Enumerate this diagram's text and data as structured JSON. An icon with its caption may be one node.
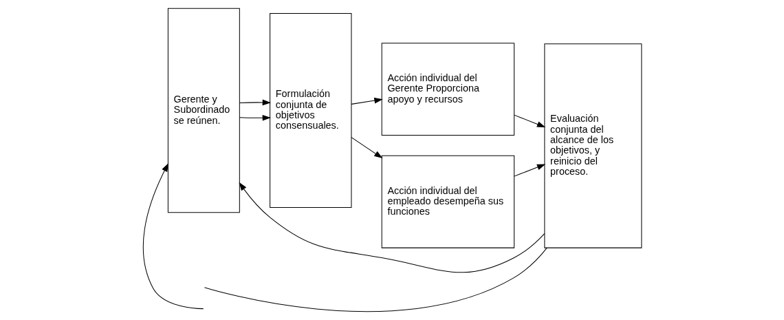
{
  "diagram": {
    "nodes": [
      {
        "text": [
          "Gerente y Subordinado se reúnen."
        ]
      },
      {
        "text": [
          "Formulación conjunta de objetivos consensuales."
        ]
      },
      {
        "text": [
          "Acción individual del Gerente Proporciona apoyo y recursos"
        ]
      },
      {
        "text": [
          "Acción individual del empleado desempeña sus funciones"
        ]
      },
      {
        "text": [
          "Evaluación conjunta del alcance de los objetivos, y reinicio del proceso."
        ]
      }
    ],
    "edges": [
      {
        "from": 0,
        "to": 1,
        "arrow": "to"
      },
      {
        "from": 0,
        "to": 1,
        "arrow": "to"
      },
      {
        "from": 1,
        "to": 2,
        "arrow": "to"
      },
      {
        "from": 1,
        "to": 3,
        "arrow": "to"
      },
      {
        "from": 2,
        "to": 4,
        "arrow": "to"
      },
      {
        "from": 3,
        "to": 4,
        "arrow": "to"
      },
      {
        "from": 4,
        "to": 0,
        "arrow": "to"
      },
      {
        "from": null,
        "to": 0,
        "arrow": "to"
      },
      {
        "from": 4,
        "to": null,
        "arrow": "none"
      }
    ]
  }
}
